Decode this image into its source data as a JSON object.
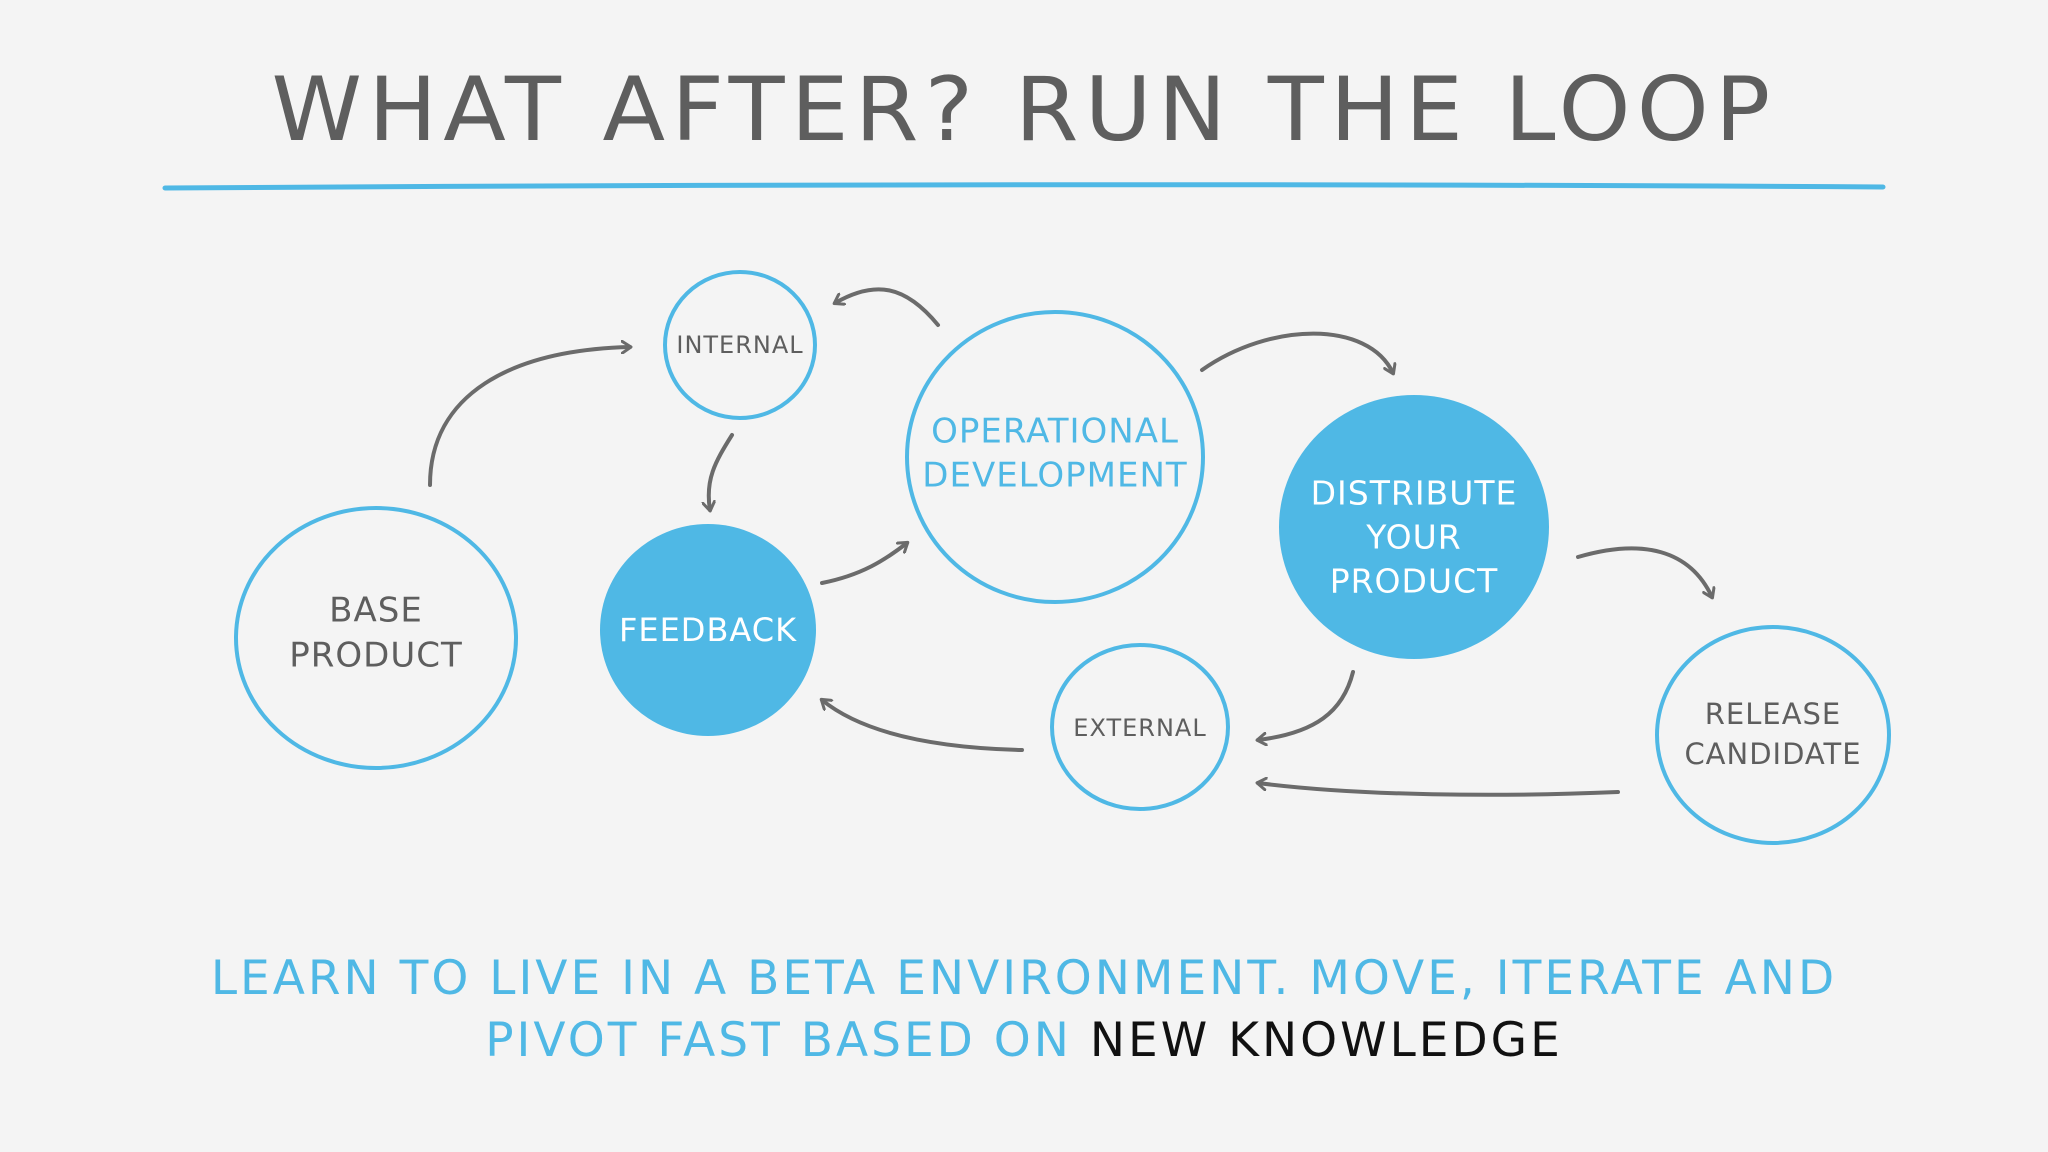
{
  "title": "WHAT AFTER? RUN THE LOOP",
  "colors": {
    "background": "#f4f4f4",
    "blue": "#4fb8e5",
    "gray_text": "#5e5e5e",
    "arrow": "#6b6b6b",
    "black": "#111111"
  },
  "nodes": {
    "base_product": {
      "line1": "BASE",
      "line2": "PRODUCT"
    },
    "internal": {
      "label": "INTERNAL"
    },
    "feedback": {
      "label": "FEEDBACK"
    },
    "operational_development": {
      "line1": "OPERATIONAL",
      "line2": "DEVELOPMENT"
    },
    "external": {
      "label": "EXTERNAL"
    },
    "distribute_your_product": {
      "line1": "DISTRIBUTE",
      "line2": "YOUR",
      "line3": "PRODUCT"
    },
    "release_candidate": {
      "line1": "RELEASE",
      "line2": "CANDIDATE"
    }
  },
  "caption": {
    "line1": "LEARN TO LIVE IN A BETA ENVIRONMENT. MOVE, ITERATE AND",
    "line2_blue": "PIVOT FAST BASED ON ",
    "line2_black": "NEW KNOWLEDGE"
  }
}
